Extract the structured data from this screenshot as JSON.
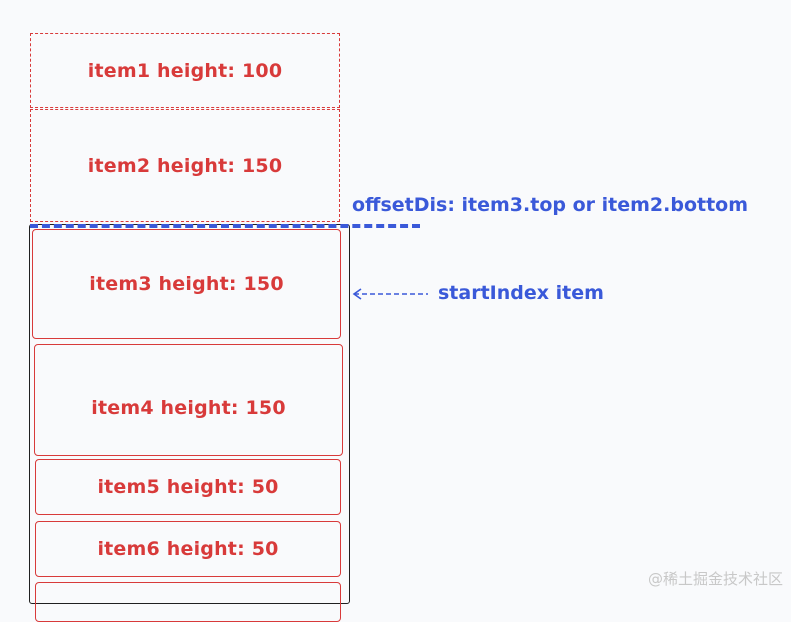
{
  "items": [
    {
      "label": "item1 height: 100"
    },
    {
      "label": "item2 height: 150"
    },
    {
      "label": "item3 height: 150"
    },
    {
      "label": "item4 height: 150"
    },
    {
      "label": "item5 height: 50"
    },
    {
      "label": "item6 height: 50"
    }
  ],
  "annotations": {
    "offset_label": "offsetDis: item3.top or item2.bottom",
    "start_label": "startIndex item"
  },
  "watermark": "@稀土掘金技术社区",
  "colors": {
    "item": "#d83a3a",
    "annotation": "#3a59d9",
    "viewport": "#202020"
  }
}
